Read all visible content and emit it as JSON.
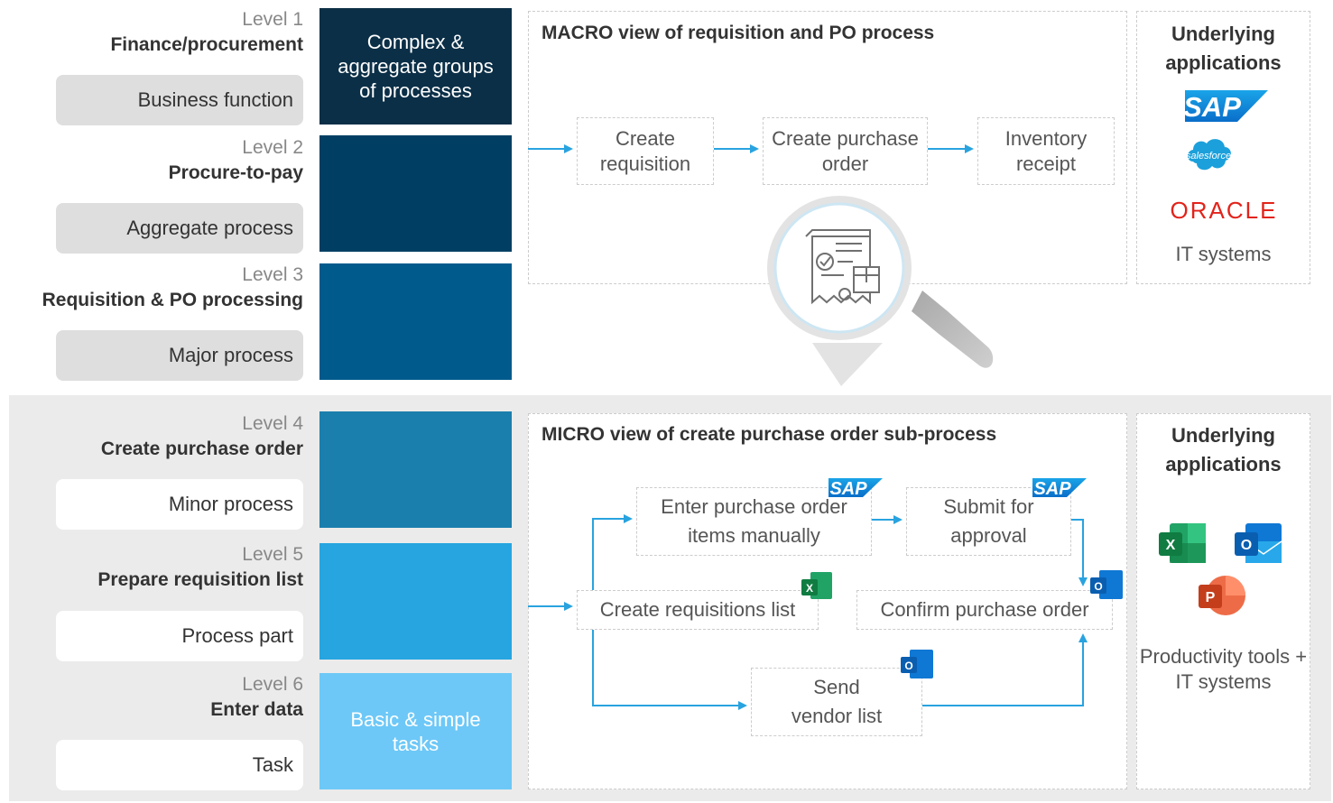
{
  "levels": [
    {
      "num": "Level 1",
      "title": "Finance/procurement",
      "pill": "Business function"
    },
    {
      "num": "Level 2",
      "title": "Procure-to-pay",
      "pill": "Aggregate process"
    },
    {
      "num": "Level 3",
      "title": "Requisition & PO processing",
      "pill": "Major process"
    },
    {
      "num": "Level 4",
      "title": "Create purchase order",
      "pill": "Minor process"
    },
    {
      "num": "Level 5",
      "title": "Prepare requisition list",
      "pill": "Process part"
    },
    {
      "num": "Level 6",
      "title": "Enter data",
      "pill": "Task"
    }
  ],
  "boxes": {
    "top_label": "Complex & aggregate groups of processes",
    "bottom_label": "Basic & simple tasks"
  },
  "macro": {
    "title": "MACRO view of requisition and PO process",
    "steps": [
      "Create requisition",
      "Create purchase order",
      "Inventory receipt"
    ]
  },
  "macro_apps": {
    "title": "Underlying applications",
    "logos": [
      "SAP",
      "salesforce",
      "ORACLE"
    ],
    "caption": "IT systems"
  },
  "micro": {
    "title": "MICRO view of create purchase order sub-process",
    "steps": {
      "create_list": "Create requisitions list",
      "enter_items": "Enter purchase order items manually",
      "submit": "Submit for approval",
      "confirm": "Confirm purchase order",
      "send": "Send vendor list"
    }
  },
  "micro_apps": {
    "title": "Underlying applications",
    "logo_letters": {
      "excel": "X",
      "outlook": "O",
      "powerpoint": "P",
      "sap": "SAP"
    },
    "caption": "Productivity tools + IT systems"
  },
  "colors": {
    "level1": "#0b2f47",
    "level2": "#003f63",
    "level3": "#005a8c",
    "level4": "#1b7fad",
    "level5": "#26a5e0",
    "level6": "#6dc8f7",
    "arrow": "#29a3df"
  }
}
